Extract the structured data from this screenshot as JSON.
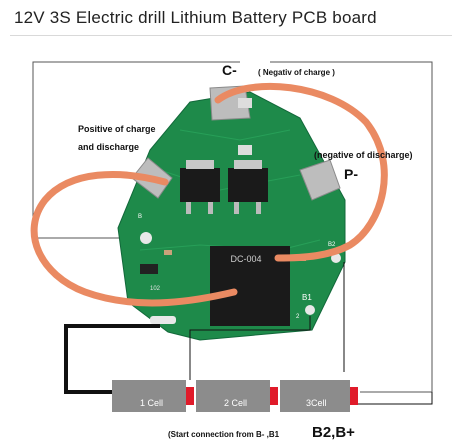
{
  "title": "12V 3S Electric drill Lithium Battery PCB board",
  "labels": {
    "c_minus": "C-",
    "negativ_of_charge": "( Negativ of charge )",
    "positive_line1": "Positive of charge",
    "positive_line2": "and discharge",
    "negative_of_discharge": "(negative of discharge)",
    "p_minus": "P-",
    "start_connection": "(Start connection from B- ,B1",
    "b2_bplus": "B2,B+"
  },
  "board": {
    "chip_text": "DC-004",
    "pad_b1": "B1",
    "pad_b2": "B2",
    "pad_b": "B",
    "pad_2": "2",
    "part_102": "102"
  },
  "cells": [
    {
      "label": "1 Cell"
    },
    {
      "label": "2 Cell"
    },
    {
      "label": "3Cell"
    }
  ],
  "colors": {
    "pcb": "#1e8a4a",
    "wire_orange": "#ea8a62",
    "cell": "#8c8c8c",
    "terminal": "#e01b2a"
  },
  "icons": {
    "mosfet_1": "mosfet-icon",
    "mosfet_2": "mosfet-icon",
    "nickel_tab": "nickel-strip-icon"
  }
}
